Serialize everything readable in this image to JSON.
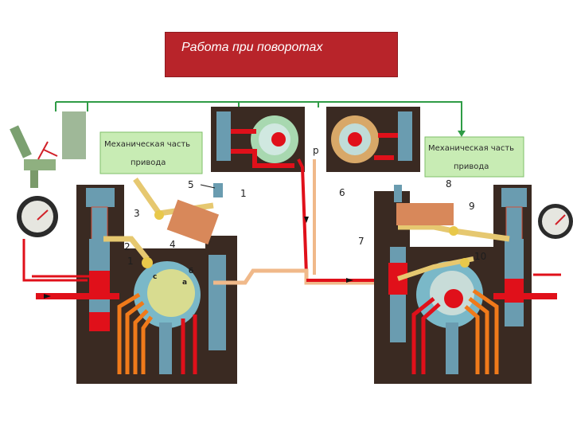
{
  "title": "Работа при поворотах",
  "labels": {
    "mech_left_line1": "Механическая часть",
    "mech_left_line2": "привода",
    "mech_right_line1": "Механическая часть",
    "mech_right_line2": "привода",
    "p": "р",
    "n1": "1",
    "n2": "2",
    "n3": "3",
    "n4": "4",
    "n5": "5",
    "n6": "6",
    "n7": "7",
    "n8": "8",
    "n9": "9",
    "n10": "10",
    "b": "б",
    "c": "с",
    "a": "а"
  },
  "colors": {
    "title_bg": "#b8242a",
    "pipe_red": "#e0101a",
    "frame_dark": "#3a2a22",
    "pressure_orange": "#f07a1a",
    "green_box": "#c8ecb4",
    "spring_steel": "#6a9cb0"
  }
}
